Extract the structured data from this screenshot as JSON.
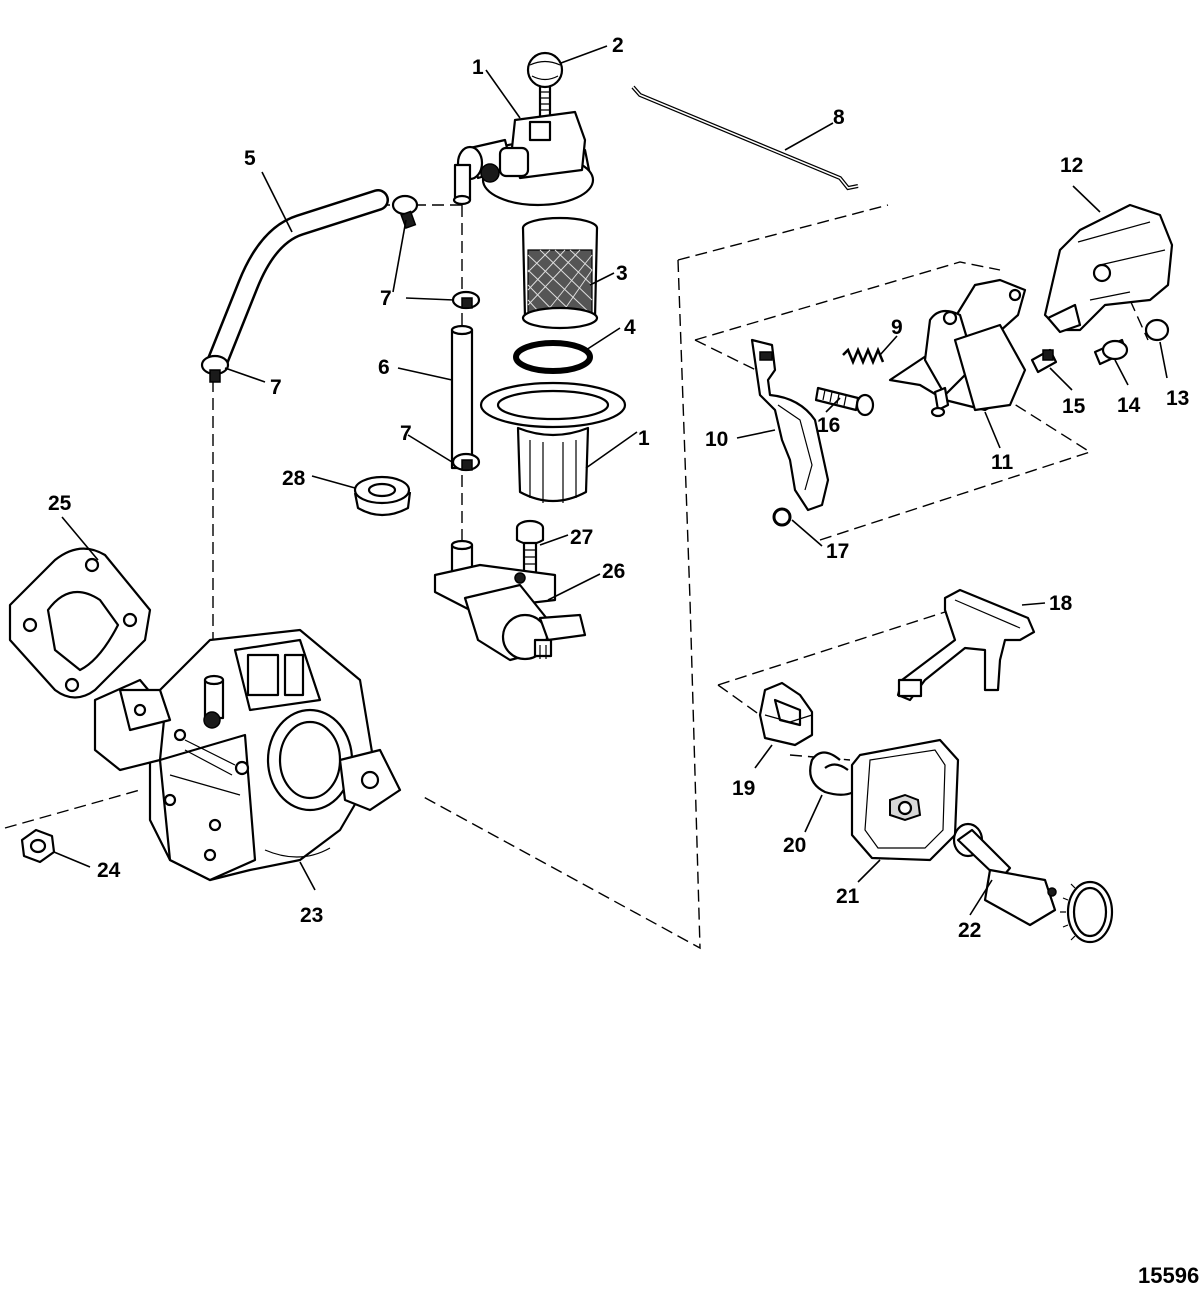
{
  "callouts": [
    {
      "label": "1"
    },
    {
      "label": "2"
    },
    {
      "label": "1"
    },
    {
      "label": "3"
    },
    {
      "label": "4"
    },
    {
      "label": "5"
    },
    {
      "label": "6"
    },
    {
      "label": "7"
    },
    {
      "label": "7"
    },
    {
      "label": "7"
    },
    {
      "label": "7"
    },
    {
      "label": "8"
    },
    {
      "label": "9"
    },
    {
      "label": "10"
    },
    {
      "label": "11"
    },
    {
      "label": "12"
    },
    {
      "label": "13"
    },
    {
      "label": "14"
    },
    {
      "label": "15"
    },
    {
      "label": "16"
    },
    {
      "label": "17"
    },
    {
      "label": "18"
    },
    {
      "label": "19"
    },
    {
      "label": "20"
    },
    {
      "label": "21"
    },
    {
      "label": "22"
    },
    {
      "label": "23"
    },
    {
      "label": "24"
    },
    {
      "label": "25"
    },
    {
      "label": "26"
    },
    {
      "label": "27"
    },
    {
      "label": "28"
    }
  ],
  "figure_number": "15596"
}
